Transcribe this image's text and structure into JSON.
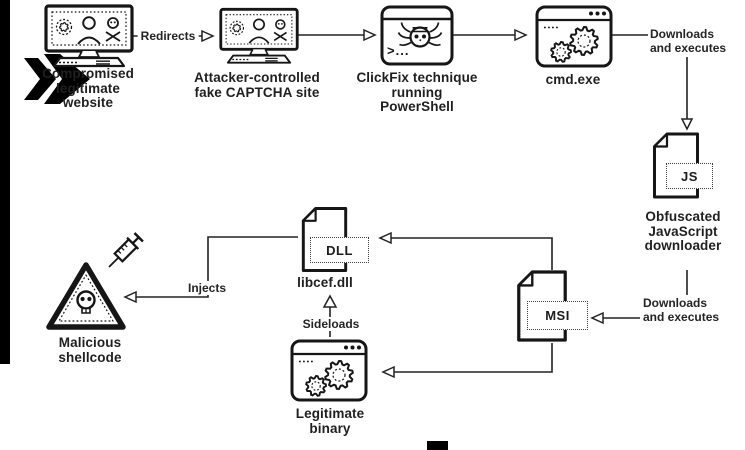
{
  "colors": {
    "ink": "#1c1c1c",
    "bg": "#ffffff"
  },
  "nodes": {
    "compromised_site": {
      "label": "Compromised\nlegitimate\nwebsite"
    },
    "fake_captcha": {
      "label": "Attacker-controlled\nfake CAPTCHA site"
    },
    "clickfix": {
      "label": "ClickFix technique\nrunning\nPowerShell",
      "prompt": ">..."
    },
    "cmd": {
      "label": "cmd.exe"
    },
    "js_downloader": {
      "label": "Obfuscated\nJavaScript\ndownloader",
      "badge": "JS"
    },
    "msi_installer": {
      "badge": "MSI"
    },
    "libcef_dll": {
      "label": "libcef.dll",
      "badge": "DLL"
    },
    "malicious_shellcode": {
      "label": "Malicious\nshellcode"
    },
    "legitimate_binary": {
      "label": "Legitimate\nbinary"
    }
  },
  "edges": {
    "redirects": {
      "label": "Redirects"
    },
    "downloads_executes_top": {
      "label": "Downloads\nand executes"
    },
    "downloads_executes_mid": {
      "label": "Downloads\nand executes"
    },
    "injects": {
      "label": "Injects"
    },
    "sideloads": {
      "label": "Sideloads"
    }
  }
}
